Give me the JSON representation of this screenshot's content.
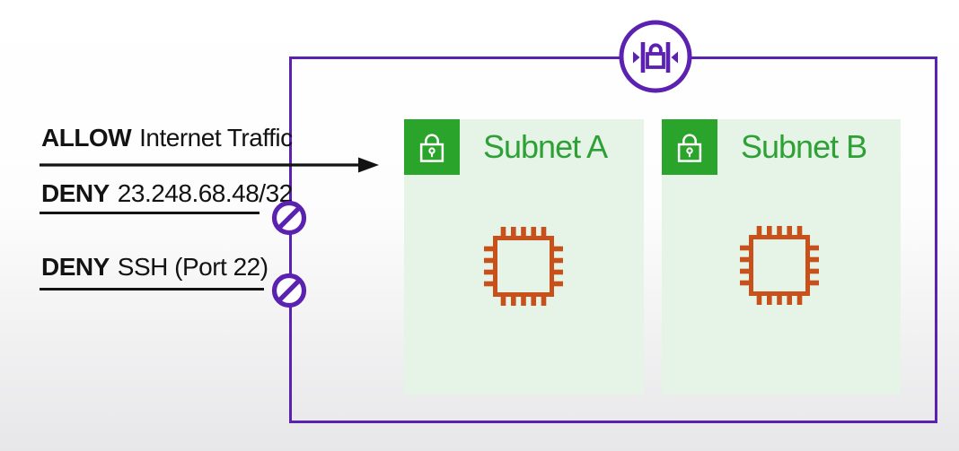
{
  "colors": {
    "purple": "#5b21b0",
    "green": "#2aa42a",
    "green-text": "#2da135",
    "panel": "#e6f3e7",
    "orange": "#c8511b",
    "ink": "#131313"
  },
  "boundary": {
    "icon": "network-acl-firewall-icon"
  },
  "rules": [
    {
      "action": "ALLOW",
      "target": "Internet Traffic",
      "result": "allowed",
      "icon": "arrow-right-icon"
    },
    {
      "action": "DENY",
      "target": "23.248.68.48/32",
      "result": "blocked",
      "icon": "no-entry-icon"
    },
    {
      "action": "DENY",
      "target": "SSH (Port 22)",
      "result": "blocked",
      "icon": "no-entry-icon"
    }
  ],
  "subnets": [
    {
      "label": "Subnet A",
      "badge_icon": "lock-icon",
      "content_icon": "instance-chip-icon"
    },
    {
      "label": "Subnet B",
      "badge_icon": "lock-icon",
      "content_icon": "instance-chip-icon"
    }
  ]
}
